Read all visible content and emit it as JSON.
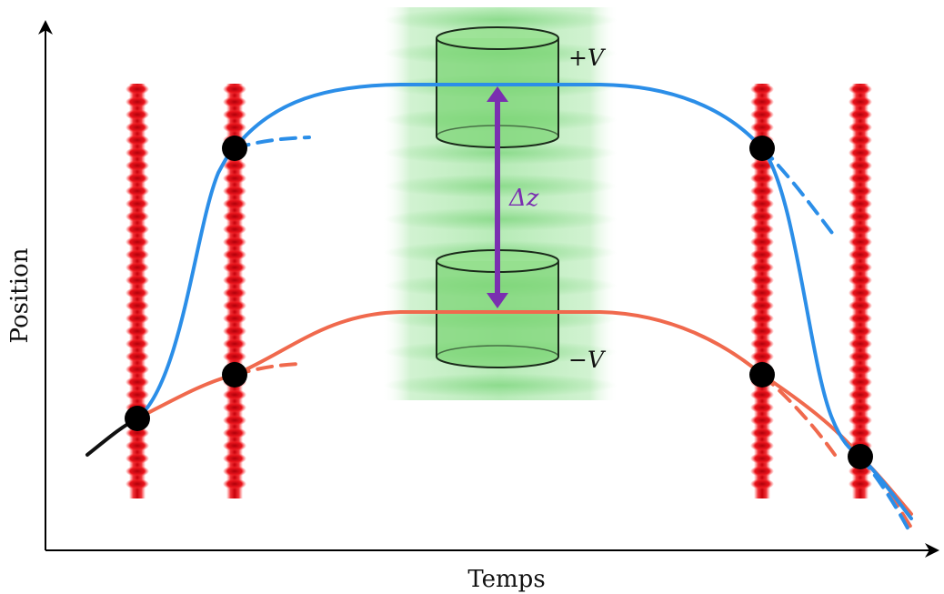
{
  "axes": {
    "x_label": "Temps",
    "y_label": "Position"
  },
  "labels": {
    "upper_potential": "+V",
    "lower_potential": "−V",
    "separation": "Δz"
  },
  "colors": {
    "upper_arm": "#2b8ee8",
    "lower_arm": "#f0694d",
    "initial_path": "#111111",
    "laser_pulse": "#e8141c",
    "cavity_light": "#8fe08f",
    "cylinder_fill": "#77d46e",
    "separation_arrow": "#7a2fb0",
    "node": "#000000"
  },
  "icons": {
    "laser_pulses": "red-standing-wave",
    "interaction_zone": "green-cylinder-electrodes",
    "nodes": "black-dot"
  }
}
